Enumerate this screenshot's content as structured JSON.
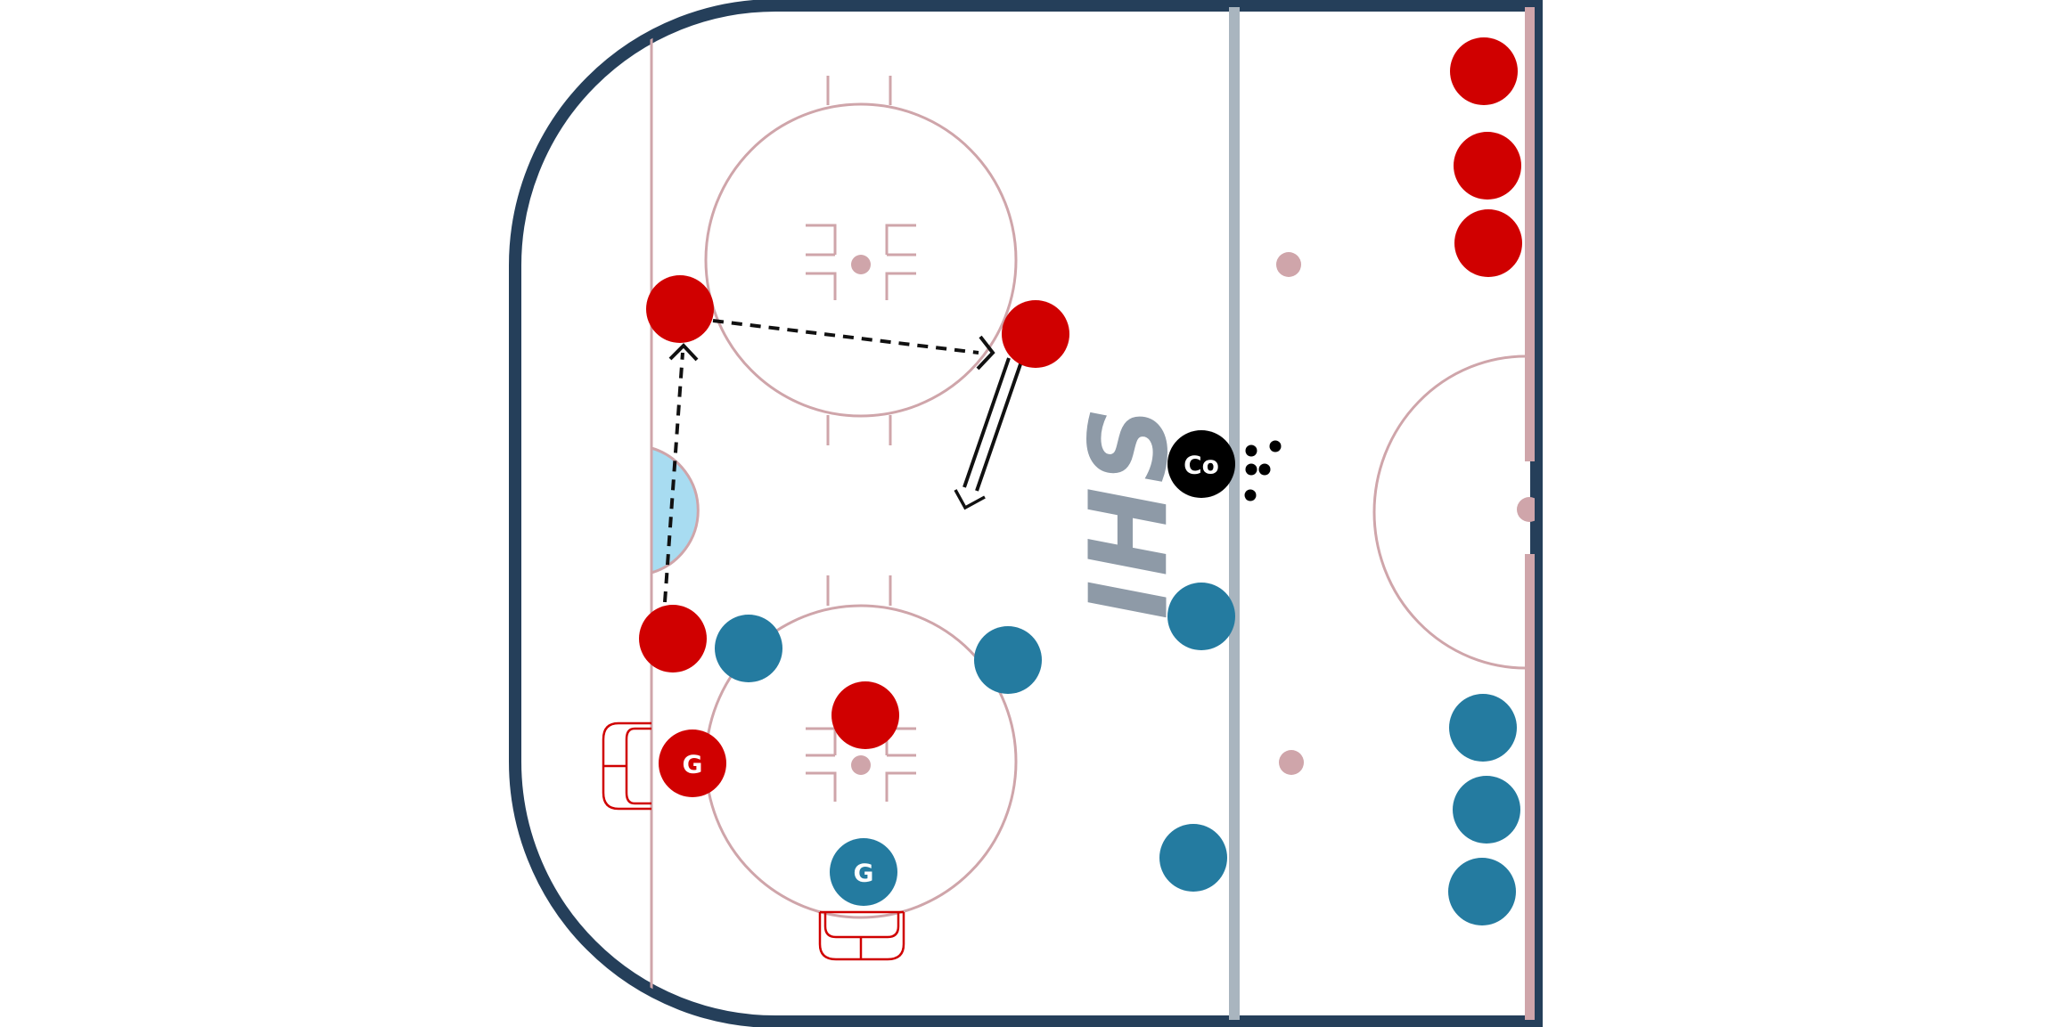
{
  "diagram": {
    "watermark_text": "IHS",
    "labels": {
      "coach": "Co",
      "goalie": "G"
    },
    "colors": {
      "boards": "#253f5a",
      "rink_lines": "#cfa5aa",
      "blue_line": "#a9b5bf",
      "crease_fill": "#a8dcf1",
      "red_team": "#d00000",
      "blue_team": "#247ba0",
      "coach": "#000000",
      "net": "#d00000",
      "watermark": "#8e9aa7"
    },
    "teams": {
      "red": {
        "name": "",
        "player_count": 8,
        "goalie_count": 1
      },
      "blue": {
        "name": "",
        "player_count": 8,
        "goalie_count": 1
      }
    },
    "pucks": 5,
    "actions": [
      "pass",
      "pass",
      "skate-backward"
    ]
  }
}
